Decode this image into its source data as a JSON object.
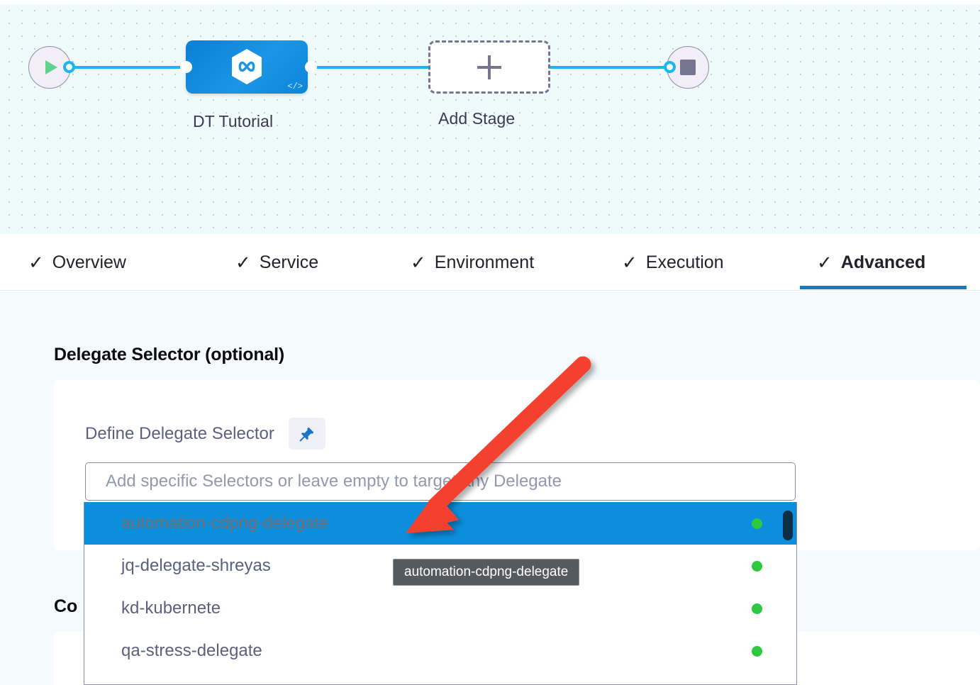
{
  "pipeline": {
    "start_node": {
      "icon": "play-icon"
    },
    "end_node": {
      "icon": "stop-icon"
    },
    "stage": {
      "label": "DT Tutorial",
      "icon": "harness-cd-hexagon-icon",
      "badge_icon": "code-icon"
    },
    "add_stage": {
      "label": "Add Stage",
      "icon": "plus-icon"
    }
  },
  "tabs": [
    {
      "label": "Overview",
      "check": "✓",
      "active": false
    },
    {
      "label": "Service",
      "check": "✓",
      "active": false
    },
    {
      "label": "Environment",
      "check": "✓",
      "active": false
    },
    {
      "label": "Execution",
      "check": "✓",
      "active": false
    },
    {
      "label": "Advanced",
      "check": "✓",
      "active": true
    }
  ],
  "content": {
    "section_title": "Delegate Selector (optional)",
    "define_label": "Define Delegate Selector",
    "pin_icon": "pushpin-icon",
    "second_section_title": "Co",
    "selector": {
      "value": "",
      "placeholder": "Add specific Selectors or leave empty to target any Delegate"
    },
    "dropdown": {
      "items": [
        {
          "label": "automation-cdpng-delegate",
          "status": "connected",
          "selected": true
        },
        {
          "label": "jq-delegate-shreyas",
          "status": "connected",
          "selected": false
        },
        {
          "label": "kd-kubernete",
          "status": "connected",
          "selected": false
        },
        {
          "label": "qa-stress-delegate",
          "status": "connected",
          "selected": false
        }
      ],
      "scrollbar": "vertical-scrollbar-thumb"
    },
    "tooltip": "automation-cdpng-delegate"
  },
  "annotation": {
    "arrow": "red-pointer-arrow"
  },
  "colors": {
    "accent_blue": "#0b7fce",
    "connector_blue": "#19b6f0",
    "stage_blue": "#1b95e6",
    "selected_row": "#0b8fdd",
    "status_green": "#2ec940",
    "arrow_red": "#f4402f",
    "canvas_bg": "#effafb",
    "content_bg": "#f5fafc",
    "tooltip_bg": "#555a5e"
  }
}
